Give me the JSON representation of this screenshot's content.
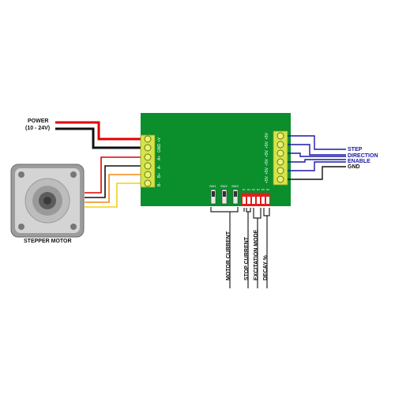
{
  "power": {
    "label": "POWER",
    "range": "(10 - 24V)"
  },
  "motor": {
    "label": "STEPPER MOTOR"
  },
  "left_terminals": [
    "B-",
    "B+",
    "A-",
    "A+",
    "GND",
    "+V"
  ],
  "right_terminals": [
    "+5V",
    "+5V",
    "+5V",
    "+5V",
    "+5V",
    "+5V"
  ],
  "switch_labels": [
    "SW1",
    "SW2",
    "SW3"
  ],
  "dip_labels": [
    "D1",
    "D2",
    "D3",
    "D4",
    "D5",
    "D6"
  ],
  "signals": [
    "STEP",
    "DIRECTION",
    "ENABLE",
    "GND"
  ],
  "bottom_labels": {
    "motor_current": "MOTOR CURRENT",
    "stop_current": "STOP CURRENT",
    "excitation_mode": "EXCITATION MODE",
    "decay": "DECAY %"
  },
  "colors": {
    "board": "#0a8f2c",
    "terminal": "#d4e44a",
    "dip": "#e02020",
    "signal_wire": "#1a1aa8",
    "wire_red": "#e00000",
    "wire_black": "#111111",
    "wire_orange": "#f08c14",
    "wire_yellow": "#f0d214"
  }
}
